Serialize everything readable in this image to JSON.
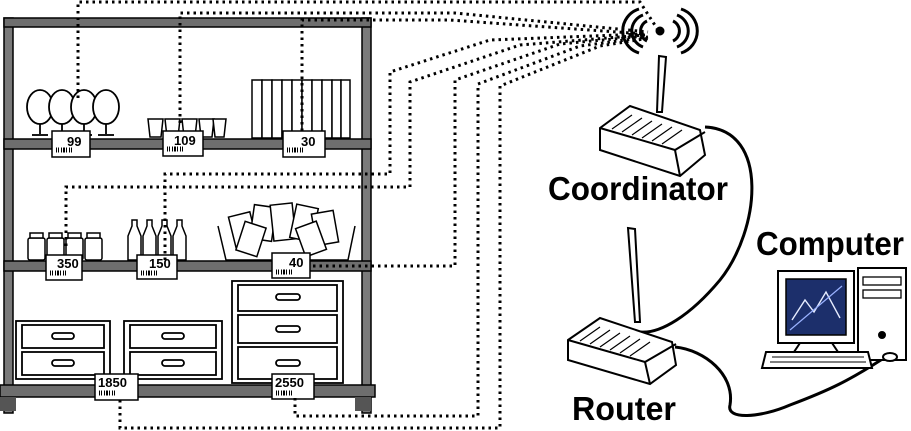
{
  "price_tags": {
    "wine_glasses": "99",
    "cups": "109",
    "books": "30",
    "jars": "350",
    "bottles": "150",
    "bags": "40",
    "cabinets_left": "1850",
    "cabinet_right": "2550"
  },
  "devices": {
    "coordinator_label": "Coordinator",
    "computer_label": "Computer",
    "router_label": "Router"
  },
  "colors": {
    "line": "#000000",
    "shelf": "#6e6e6e",
    "screen": "#1c2f6b"
  }
}
